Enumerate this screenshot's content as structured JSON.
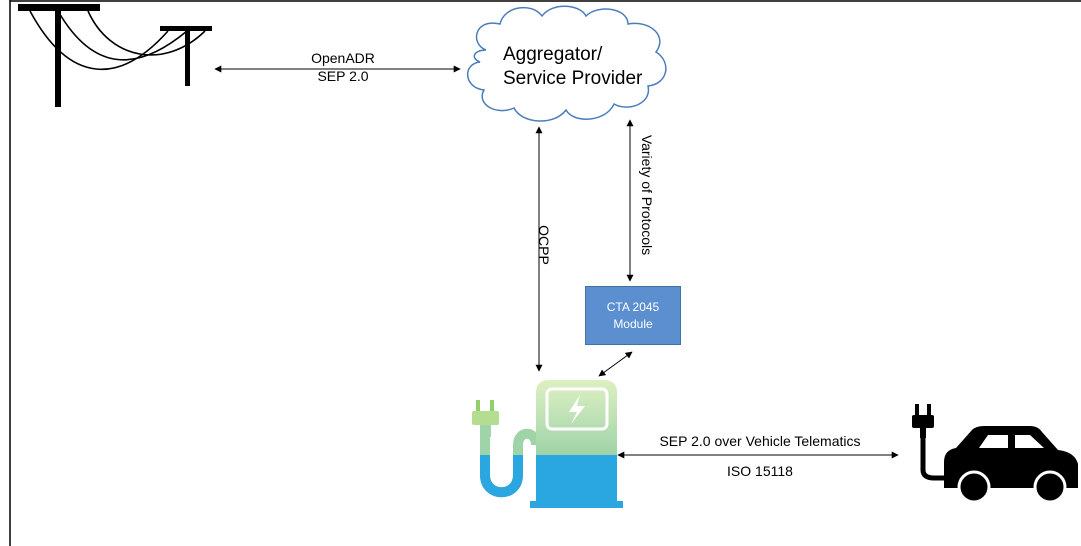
{
  "labels": {
    "top_arrow_line1": "OpenADR",
    "top_arrow_line2": "SEP 2.0",
    "cloud_line1": "Aggregator/",
    "cloud_line2": "Service Provider",
    "left_vertical": "OCPP",
    "right_vertical": "Variety of Protocols",
    "module_line1": "CTA 2045",
    "module_line2": "Module",
    "bottom_arrow_line1": "SEP 2.0 over Vehicle Telematics",
    "bottom_arrow_line2": "ISO 15118"
  },
  "icons": {
    "power_lines": "power-lines-icon",
    "cloud": "cloud-shape",
    "charger": "ev-charging-station-icon",
    "car": "electric-car-icon"
  },
  "colors": {
    "module_fill": "#5b8fd0",
    "charger_top": "#c8e6a0",
    "charger_bottom": "#2aa7e0",
    "cloud_outline": "#4a7ebb",
    "car": "#000000"
  }
}
